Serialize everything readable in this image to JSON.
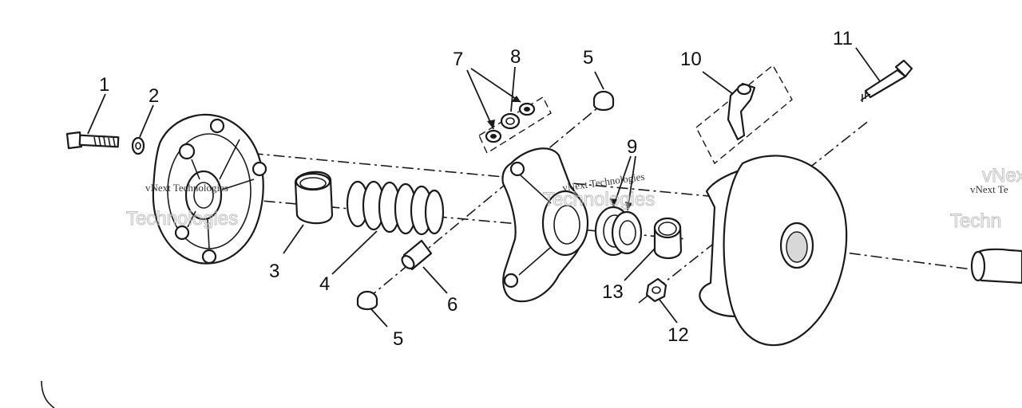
{
  "callouts": [
    {
      "id": "c1",
      "text": "1"
    },
    {
      "id": "c2",
      "text": "2"
    },
    {
      "id": "c3",
      "text": "3"
    },
    {
      "id": "c4",
      "text": "4"
    },
    {
      "id": "c5a",
      "text": "5"
    },
    {
      "id": "c5b",
      "text": "5"
    },
    {
      "id": "c6",
      "text": "6"
    },
    {
      "id": "c7",
      "text": "7"
    },
    {
      "id": "c8",
      "text": "8"
    },
    {
      "id": "c9",
      "text": "9"
    },
    {
      "id": "c10",
      "text": "10"
    },
    {
      "id": "c11",
      "text": "11"
    },
    {
      "id": "c12",
      "text": "12"
    },
    {
      "id": "c13",
      "text": "13"
    }
  ],
  "watermarks": {
    "line": "vNext Technologies",
    "line_short": "vNext Te",
    "big": "Technologies",
    "big_short": "Techn",
    "fragment": "vNext"
  }
}
